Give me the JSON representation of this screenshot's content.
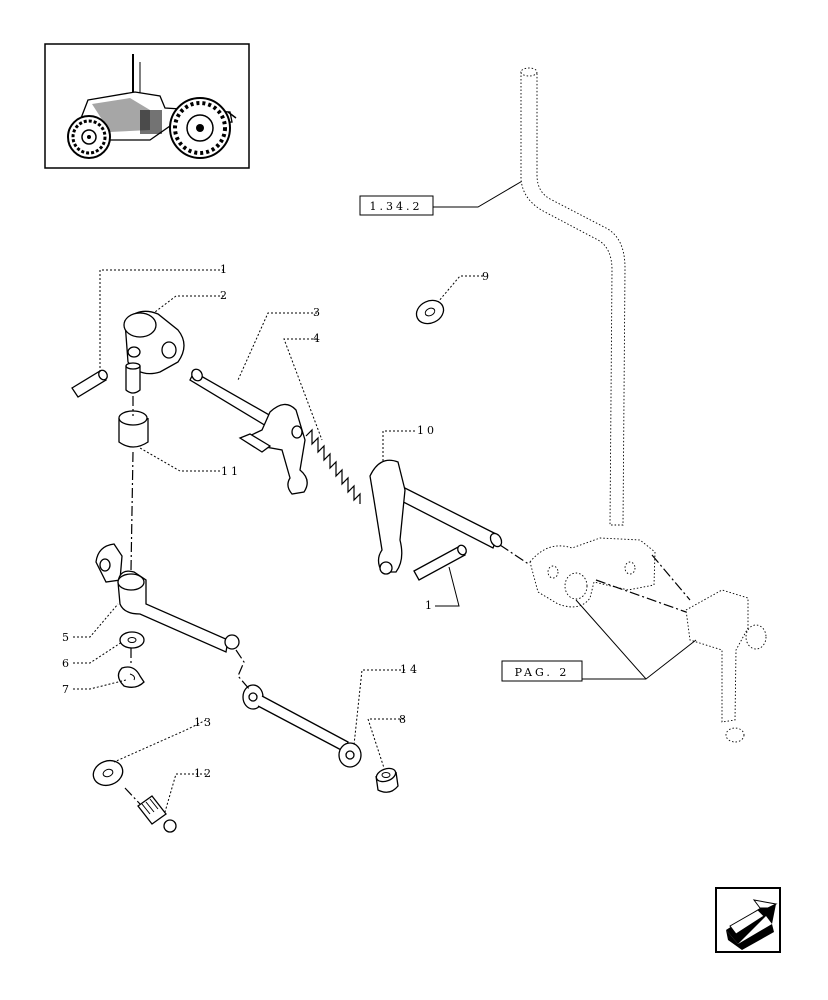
{
  "reference_boxes": {
    "top": "1.34.2",
    "bottom": "PAG. 2"
  },
  "callouts": [
    "1",
    "2",
    "3",
    "4",
    "10",
    "9",
    "11",
    "5",
    "6",
    "7",
    "14",
    "8",
    "13",
    "12",
    "1"
  ],
  "icons": {
    "thumbnail": "tractor-thumbnail-icon",
    "navigation": "next-page-arrow-icon"
  }
}
